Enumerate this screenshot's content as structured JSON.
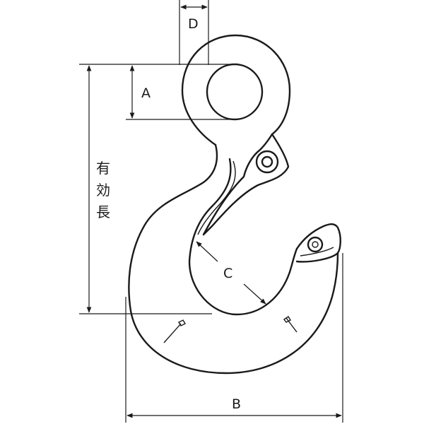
{
  "diagram": {
    "labels": {
      "d": "D",
      "a": "A",
      "c": "C",
      "b": "B",
      "effective_length_chars": [
        "有",
        "効",
        "長"
      ]
    },
    "colors": {
      "line": "#1a1a1a",
      "background": "#ffffff"
    }
  }
}
